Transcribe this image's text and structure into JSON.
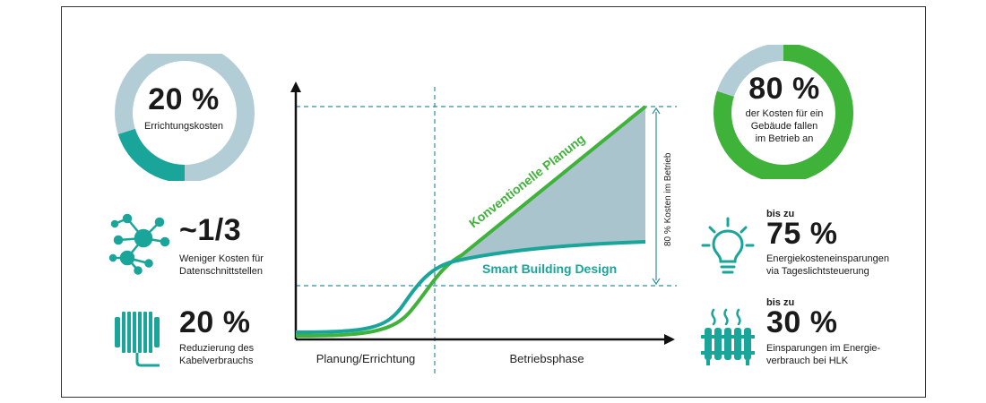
{
  "colors": {
    "teal": "#1aa59b",
    "green": "#3fb23a",
    "light_blue": "#b3cdd6",
    "shade": "#a9c4cd",
    "axis": "#111111",
    "dash": "#2f8fa0"
  },
  "left": {
    "donut_value": "20 %",
    "donut_label": "Errichtungskosten",
    "donut_fraction": 0.2,
    "stat1_value": "~1/3",
    "stat1_label_line1": "Weniger Kosten für",
    "stat1_label_line2": "Datenschnittstellen",
    "stat1_icon": "network-icon",
    "stat2_value": "20 %",
    "stat2_label_line1": "Reduzierung des",
    "stat2_label_line2": "Kabelverbrauchs",
    "stat2_icon": "cable-reel-icon"
  },
  "right": {
    "donut_value": "80 %",
    "donut_label_line1": "der Kosten für ein",
    "donut_label_line2": "Gebäude fallen",
    "donut_label_line3": "im Betrieb an",
    "donut_fraction": 0.8,
    "stat1_prefix": "bis zu",
    "stat1_value": "75 %",
    "stat1_label_line1": "Energiekosteneinsparungen",
    "stat1_label_line2": "via Tageslichtsteuerung",
    "stat1_icon": "light-bulb-icon",
    "stat2_prefix": "bis zu",
    "stat2_value": "30 %",
    "stat2_label_line1": "Einsparungen im Energie-",
    "stat2_label_line2": "verbrauch bei HLK",
    "stat2_icon": "radiator-icon"
  },
  "diagram": {
    "phase1_label": "Planung/Errichtung",
    "phase2_label": "Betriebsphase",
    "conventional_label": "Konventionelle Planung",
    "smart_label": "Smart Building Design",
    "span_label": "80 % Kosten im Betrieb"
  }
}
